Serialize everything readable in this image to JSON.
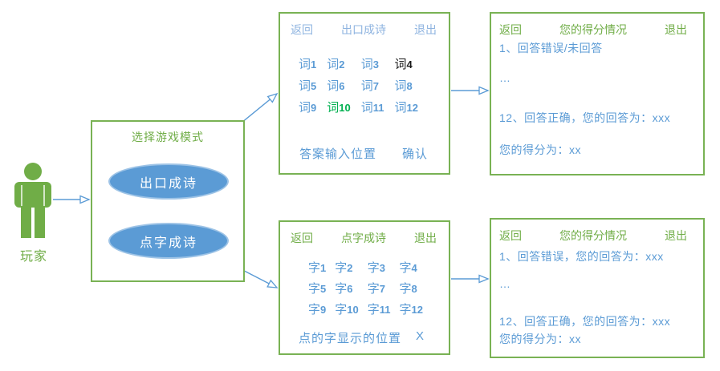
{
  "colors": {
    "green_accent": "#70AD47",
    "border_green": "#79B254",
    "blue": "#5B9BD5",
    "light_blue_header": "#8FB4E0",
    "word_green": "#00B050",
    "black": "#1A1A1A",
    "ellipse_fill": "#5B9BD5",
    "ellipse_text": "#FFFFFF"
  },
  "icons": {
    "actor_icon": "person-icon"
  },
  "actor": {
    "label": "玩家"
  },
  "mode_select": {
    "title": "选择游戏模式",
    "options": [
      {
        "label": "出口成诗"
      },
      {
        "label": "点字成诗"
      }
    ]
  },
  "word_game": {
    "back": "返回",
    "title": "出口成诗",
    "exit": "退出",
    "words": [
      {
        "zi": "词",
        "num": "1",
        "color": "blue"
      },
      {
        "zi": "词",
        "num": "2",
        "color": "blue"
      },
      {
        "zi": "词",
        "num": "3",
        "color": "blue"
      },
      {
        "zi": "词",
        "num": "4",
        "color": "black"
      },
      {
        "zi": "词",
        "num": "5",
        "color": "blue"
      },
      {
        "zi": "词",
        "num": "6",
        "color": "blue"
      },
      {
        "zi": "词",
        "num": "7",
        "color": "blue"
      },
      {
        "zi": "词",
        "num": "8",
        "color": "blue"
      },
      {
        "zi": "词",
        "num": "9",
        "color": "blue"
      },
      {
        "zi": "词",
        "num": "10",
        "color": "word_green"
      },
      {
        "zi": "词",
        "num": "11",
        "color": "blue"
      },
      {
        "zi": "词",
        "num": "12",
        "color": "blue"
      }
    ],
    "answer_label": "答案输入位置",
    "confirm": "确认"
  },
  "word_score": {
    "back": "返回",
    "title": "您的得分情况",
    "exit": "退出",
    "lines": [
      "1、回答错误/未回答",
      "…",
      "12、回答正确，您的回答为：xxx",
      "您的得分为：xx"
    ]
  },
  "char_game": {
    "back": "返回",
    "title": "点字成诗",
    "exit": "退出",
    "chars": [
      {
        "zi": "字",
        "num": "1",
        "color": "blue"
      },
      {
        "zi": "字",
        "num": "2",
        "color": "blue"
      },
      {
        "zi": "字",
        "num": "3",
        "color": "blue"
      },
      {
        "zi": "字",
        "num": "4",
        "color": "blue"
      },
      {
        "zi": "字",
        "num": "5",
        "color": "blue"
      },
      {
        "zi": "字",
        "num": "6",
        "color": "blue"
      },
      {
        "zi": "字",
        "num": "7",
        "color": "blue"
      },
      {
        "zi": "字",
        "num": "8",
        "color": "blue"
      },
      {
        "zi": "字",
        "num": "9",
        "color": "blue"
      },
      {
        "zi": "字",
        "num": "10",
        "color": "blue"
      },
      {
        "zi": "字",
        "num": "11",
        "color": "blue"
      },
      {
        "zi": "字",
        "num": "12",
        "color": "blue"
      }
    ],
    "position_label": "点的字显示的位置",
    "x_label": "X"
  },
  "char_score": {
    "back": "返回",
    "title": "您的得分情况",
    "exit": "退出",
    "lines": [
      "1、回答错误，您的回答为：xxx",
      "…",
      "12、回答正确，您的回答为：xxx",
      "您的得分为：xx"
    ]
  }
}
